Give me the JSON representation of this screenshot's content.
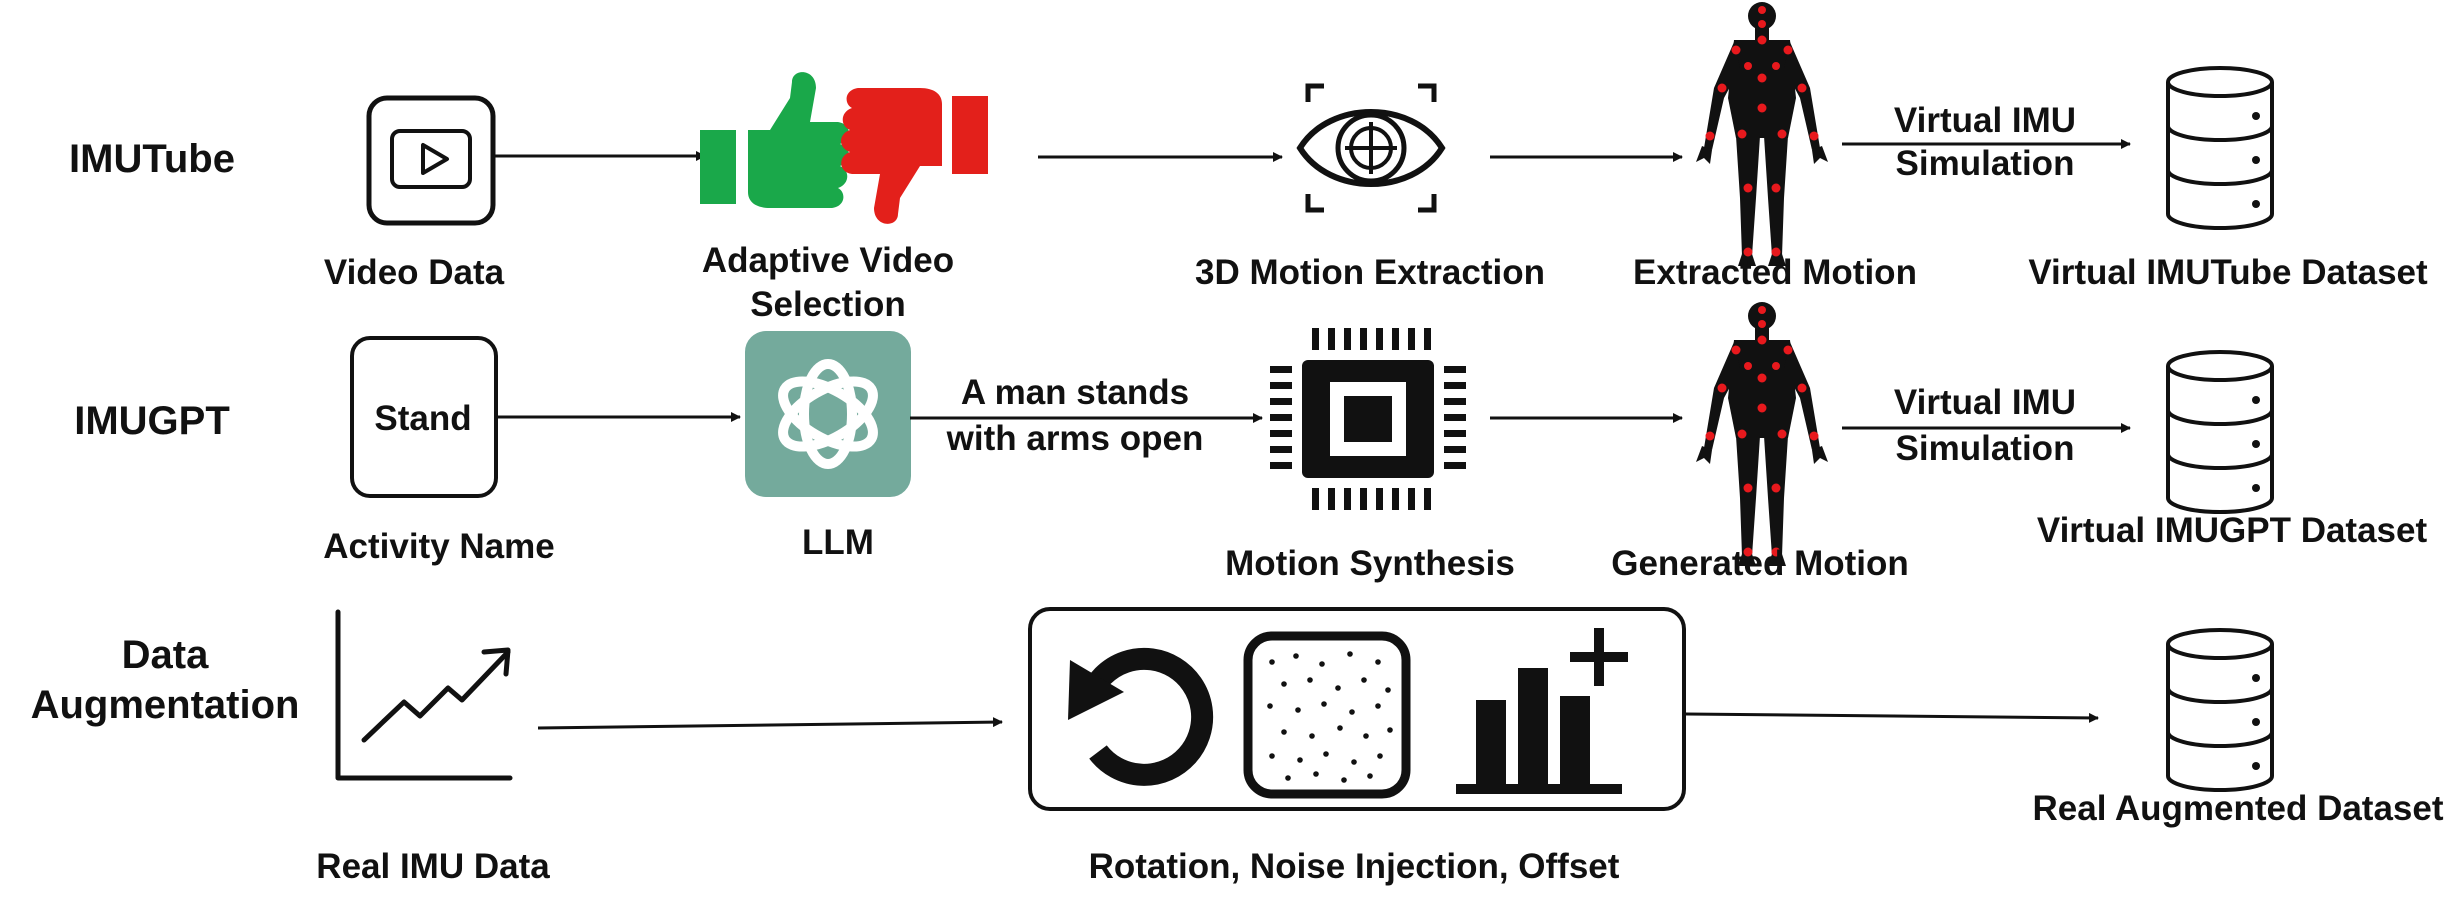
{
  "rows": {
    "imutube": {
      "label": "IMUTube",
      "video_caption": "Video Data",
      "selection_caption_line1": "Adaptive Video",
      "selection_caption_line2": "Selection",
      "extraction_caption": "3D Motion Extraction",
      "motion_caption": "Extracted Motion",
      "sim_label_line1": "Virtual IMU",
      "sim_label_line2": "Simulation",
      "dataset_caption": "Virtual IMUTube Dataset"
    },
    "imugpt": {
      "label": "IMUGPT",
      "activity_text": "Stand",
      "activity_caption": "Activity Name",
      "llm_caption": "LLM",
      "prompt_line1": "A man stands",
      "prompt_line2": "with arms open",
      "synthesis_caption": "Motion Synthesis",
      "motion_caption": "Generated Motion",
      "sim_label_line1": "Virtual IMU",
      "sim_label_line2": "Simulation",
      "dataset_caption": "Virtual IMUGPT Dataset"
    },
    "augmentation": {
      "label_line1": "Data",
      "label_line2": "Augmentation",
      "data_caption": "Real IMU Data",
      "methods_caption": "Rotation, Noise Injection, Offset",
      "dataset_caption": "Real Augmented Dataset"
    }
  },
  "colors": {
    "thumbs_up": "#1aa84a",
    "thumbs_down": "#e3201b",
    "llm_tile": "#74aa9c",
    "body_joints": "#e8191d",
    "ink": "#111111"
  },
  "icons": [
    "video-play-icon",
    "thumbs-up-icon",
    "thumbs-down-icon",
    "eye-target-icon",
    "human-body-icon",
    "database-icon",
    "llm-logo-icon",
    "chip-icon",
    "line-chart-icon",
    "rotation-icon",
    "noise-icon",
    "offset-bar-icon"
  ]
}
